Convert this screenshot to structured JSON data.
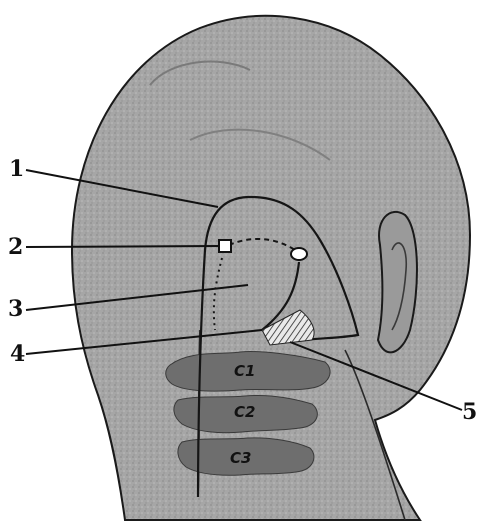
{
  "labels": {
    "l1": "1",
    "l2": "2",
    "l3": "3",
    "l4": "4",
    "l5": "5"
  },
  "vertebrae": {
    "c1": "C1",
    "c2": "C2",
    "c3": "C3"
  },
  "colors": {
    "skin": "#a9a9a9",
    "skin_dark": "#8c8c8c",
    "outline": "#1a1a1a",
    "vertebra": "#6e6e6e"
  }
}
